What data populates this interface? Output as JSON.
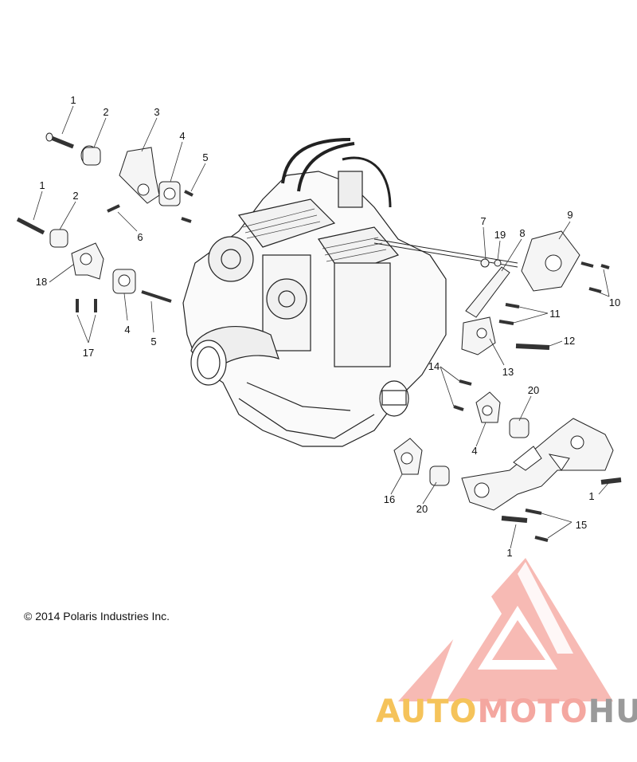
{
  "diagram": {
    "callouts": [
      "1",
      "2",
      "3",
      "4",
      "5",
      "6",
      "1",
      "2",
      "18",
      "17",
      "4",
      "5",
      "7",
      "19",
      "8",
      "9",
      "10",
      "11",
      "12",
      "13",
      "14",
      "20",
      "4",
      "16",
      "20",
      "1",
      "15",
      "1"
    ]
  },
  "copyright": "© 2014 Polaris Industries Inc.",
  "watermark": {
    "part1": "AUTO",
    "part2": "MOTO",
    "part3": "HUB",
    "colors": {
      "auto": "#f5c35a",
      "moto": "#f4a7a0",
      "hub": "#9a9a9a",
      "logo": "#f28b82"
    }
  }
}
